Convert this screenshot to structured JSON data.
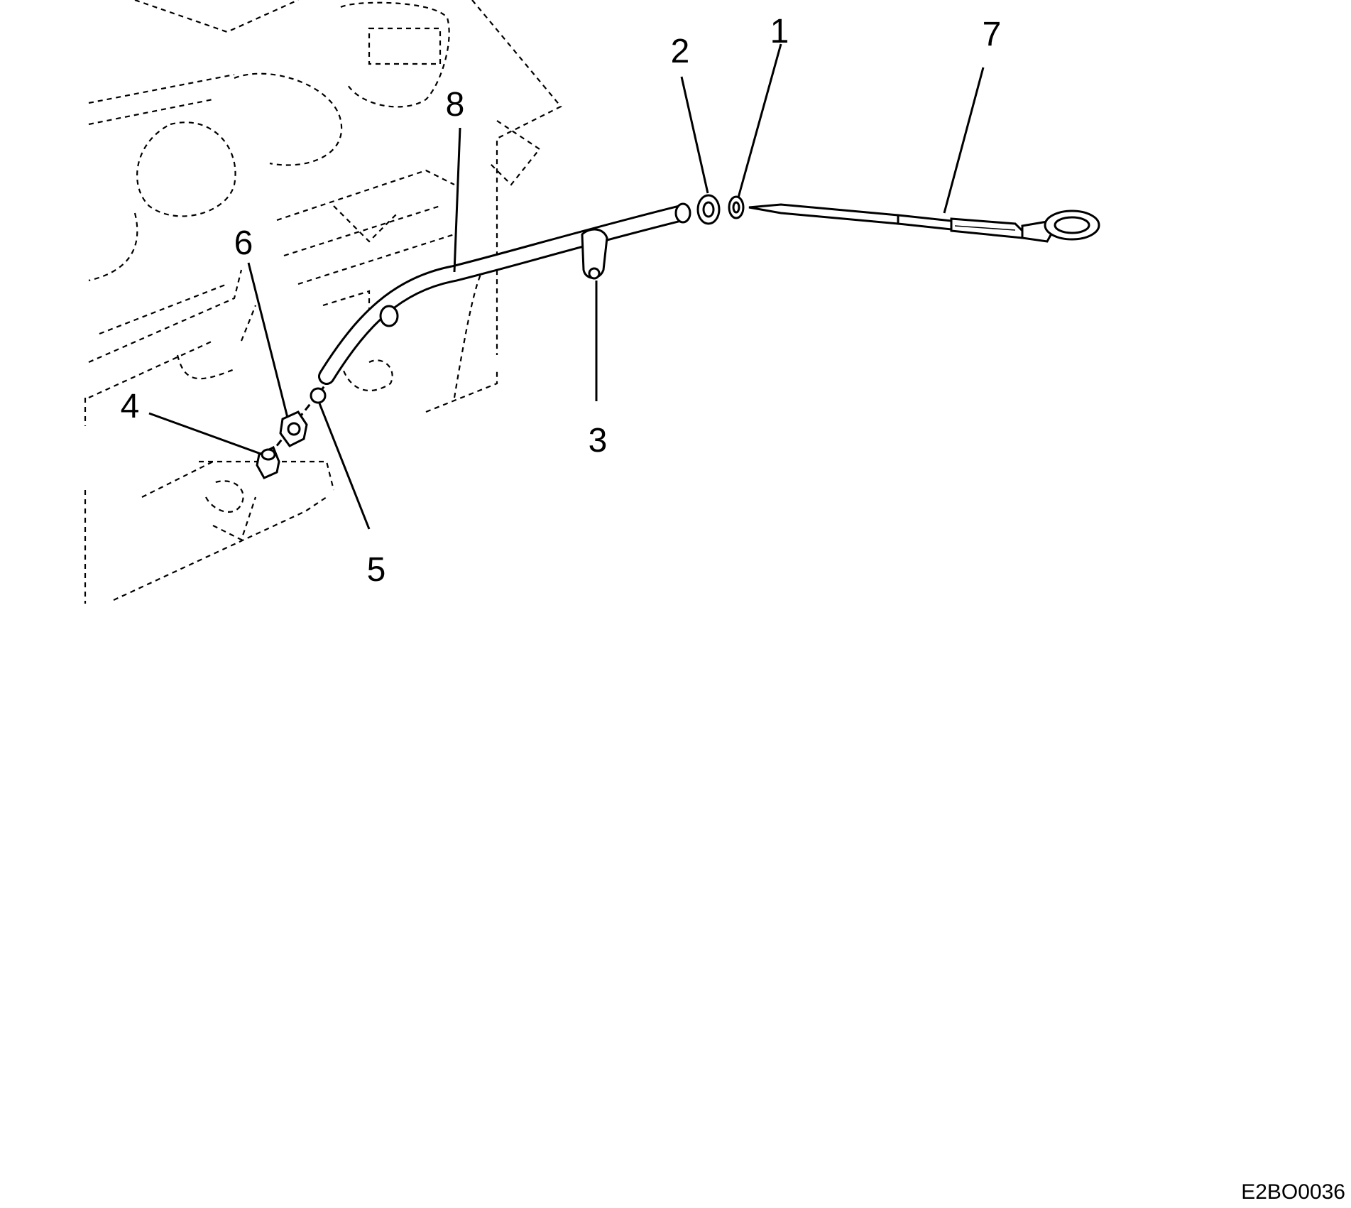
{
  "figure": {
    "callouts": [
      {
        "id": "callout-1",
        "label": "1"
      },
      {
        "id": "callout-2",
        "label": "2"
      },
      {
        "id": "callout-3",
        "label": "3"
      },
      {
        "id": "callout-4",
        "label": "4"
      },
      {
        "id": "callout-5",
        "label": "5"
      },
      {
        "id": "callout-6",
        "label": "6"
      },
      {
        "id": "callout-7",
        "label": "7"
      },
      {
        "id": "callout-8",
        "label": "8"
      }
    ],
    "figure_code": "E2BO0036"
  }
}
